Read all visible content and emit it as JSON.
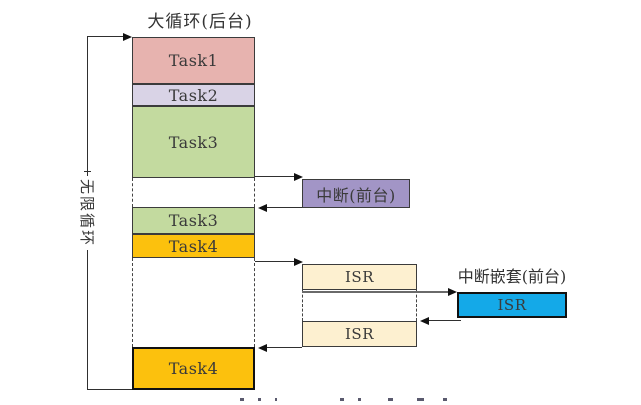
{
  "title": "大循环(后台)",
  "infinite_loop_label": "无限循环",
  "background": {
    "segments": [
      {
        "label": "Task1",
        "color": "#e7b3af"
      },
      {
        "label": "Task2",
        "color": "#d9d3e6"
      },
      {
        "label": "Task3",
        "color": "#c3da9f"
      },
      {
        "label": "Task3",
        "color": "#c3da9f"
      },
      {
        "label": "Task4",
        "color": "#fcc10d"
      },
      {
        "label": "Task4",
        "color": "#fcc10d"
      }
    ]
  },
  "foreground": {
    "interrupt": {
      "label": "中断(前台)",
      "color": "#a295c6"
    },
    "isr_first": {
      "label": "ISR",
      "color": "#fdf0d0"
    },
    "isr_second": {
      "label": "ISR",
      "color": "#fdf0d0"
    },
    "nested": {
      "title": "中断嵌套(前台)",
      "label": "ISR",
      "color": "#14a9e8"
    }
  },
  "line_color": "#2f2f2f"
}
